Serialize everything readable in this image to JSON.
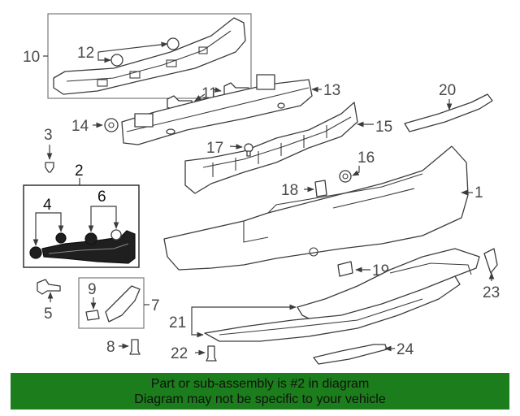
{
  "callouts": {
    "c1": "1",
    "c2": "2",
    "c3": "3",
    "c4": "4",
    "c5": "5",
    "c6": "6",
    "c7": "7",
    "c8": "8",
    "c9": "9",
    "c10": "10",
    "c11": "11",
    "c12": "12",
    "c13": "13",
    "c14": "14",
    "c15": "15",
    "c16": "16",
    "c17": "17",
    "c18": "18",
    "c19": "19",
    "c20": "20",
    "c21": "21",
    "c22": "22",
    "c23": "23",
    "c24": "24"
  },
  "highlighted_part": "2",
  "colors": {
    "banner_bg": "#1b7d1b",
    "banner_text": "#111111",
    "line_art": "#3c3c3c"
  },
  "banner": {
    "line1": "Part or sub-assembly is #2 in diagram",
    "line2": "Diagram may not be specific to your vehicle"
  }
}
